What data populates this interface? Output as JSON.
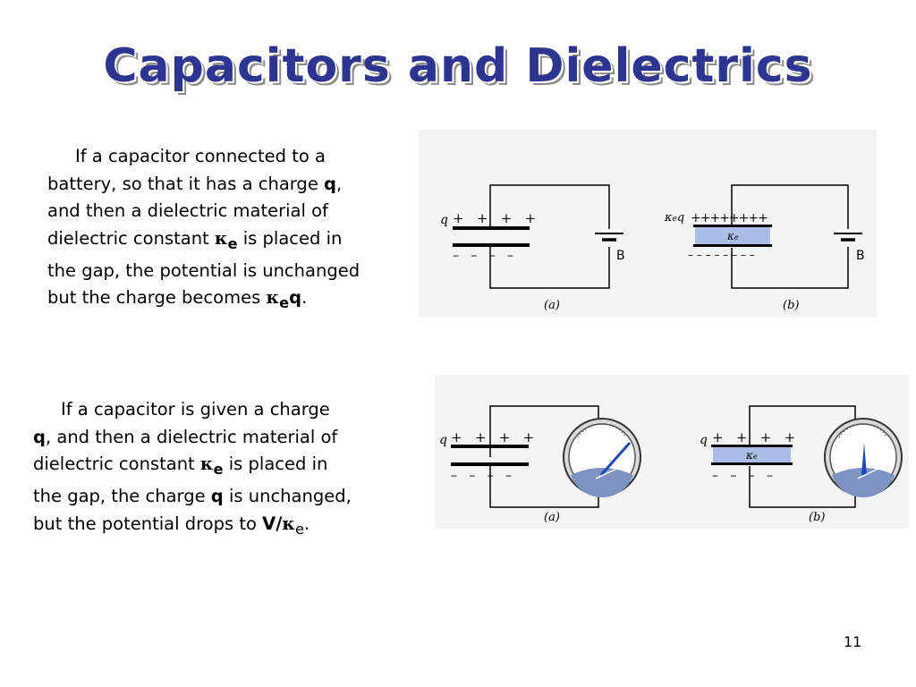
{
  "slide": {
    "title": "Capacitors and Dielectrics",
    "page_number": "11"
  },
  "block1": {
    "l1": "     If a capacitor connected to a",
    "l2a": "battery, so that it has a charge ",
    "l2b": "q",
    "l2c": ",",
    "l3": "and then a dielectric material of",
    "l4a": "dielectric constant ",
    "l4k": "κ",
    "l4e": "e",
    "l4b": " is placed in",
    "l5": "the gap, the potential is unchanged",
    "l6a": "but the charge becomes ",
    "l6k": "κ",
    "l6e": "e",
    "l6q": "q",
    "l6c": "."
  },
  "block2": {
    "l1": "     If a capacitor is given a charge",
    "l2a": "q",
    "l2b": ", and then a dielectric material of",
    "l3a": "dielectric constant ",
    "l3k": "κ",
    "l3e": "e",
    "l3b": " is placed in",
    "l4a": "the gap, the charge ",
    "l4b": "q",
    "l4c": " is unchanged,",
    "l5a": "but the potential drops to ",
    "l5v": "V/",
    "l5k": "κ",
    "l5e": "e",
    "l5c": "."
  },
  "figure1": {
    "a": {
      "charge": "q",
      "plus": "+   +   +   +",
      "minus": "–   –   –   –",
      "battery": "B",
      "caption": "(a)"
    },
    "b": {
      "charge_k": "κ",
      "charge_e": "e",
      "charge_q": "q",
      "plus": "++++++++",
      "dielectric_k": "κ",
      "dielectric_e": "e",
      "minus": "– – – – – – – –",
      "battery": "B",
      "caption": "(b)"
    }
  },
  "figure2": {
    "a": {
      "charge": "q",
      "plus": "+   +   +   +",
      "minus": "–   –   –   –",
      "caption": "(a)"
    },
    "b": {
      "charge": "q",
      "plus": "+   +   +   +",
      "dielectric_k": "κ",
      "dielectric_e": "e",
      "minus": "–   –   –   –",
      "caption": "(b)"
    }
  },
  "colors": {
    "title": "#2e3591",
    "dielectric": "#a9bde6",
    "meter_fill": "#7f93c2",
    "needle": "#1f49b8"
  }
}
